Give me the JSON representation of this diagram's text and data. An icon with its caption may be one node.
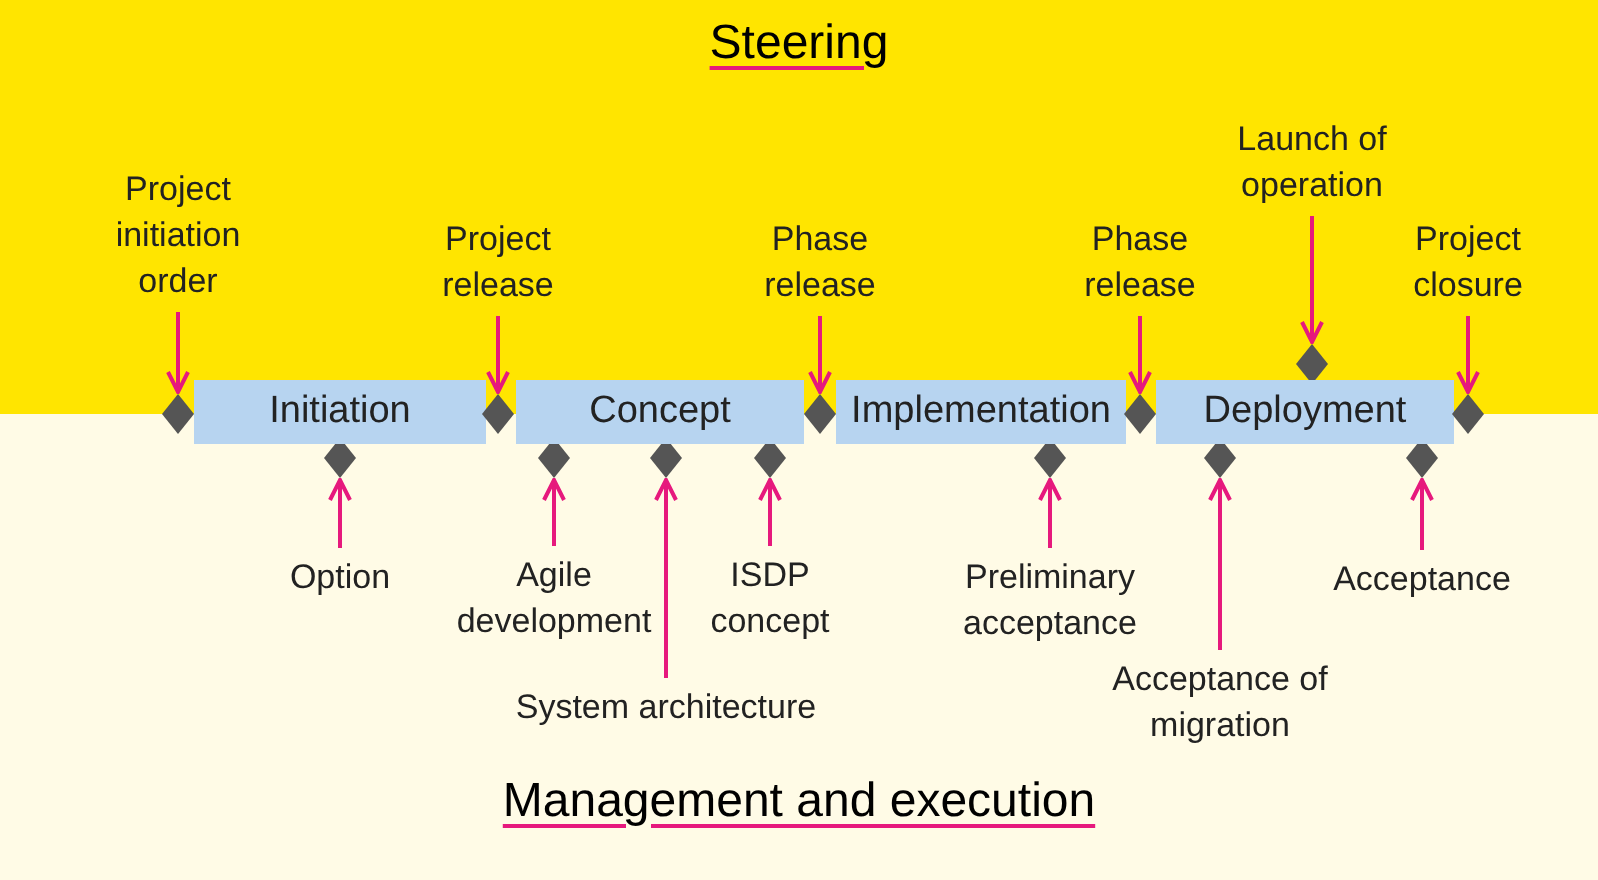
{
  "diagram": {
    "nodes": [
      {
        "text": [
          "Steering"
        ]
      },
      {
        "text": [
          "Management and execution"
        ]
      },
      {
        "text": [
          "Initiation"
        ]
      },
      {
        "text": [
          "Concept"
        ]
      },
      {
        "text": [
          "Implementation"
        ]
      },
      {
        "text": [
          "Deployment"
        ]
      },
      {
        "text": [
          "Project initiation order"
        ],
        "in": 0
      },
      {
        "text": [
          "Project release"
        ],
        "in": 0
      },
      {
        "text": [
          "Phase release"
        ],
        "in": 0
      },
      {
        "text": [
          "Phase release"
        ],
        "in": 0
      },
      {
        "text": [
          "Launch of operation"
        ],
        "in": 0
      },
      {
        "text": [
          "Project closure"
        ],
        "in": 0
      },
      {
        "text": [],
        "shape": "diamond"
      },
      {
        "text": [],
        "shape": "diamond"
      },
      {
        "text": [],
        "shape": "diamond"
      },
      {
        "text": [],
        "shape": "diamond"
      },
      {
        "text": [],
        "shape": "diamond",
        "in": 0
      },
      {
        "text": [],
        "shape": "diamond"
      },
      {
        "text": [],
        "shape": "diamond",
        "in": 1
      },
      {
        "text": [],
        "shape": "diamond",
        "in": 1
      },
      {
        "text": [],
        "shape": "diamond",
        "in": 1
      },
      {
        "text": [],
        "shape": "diamond",
        "in": 1
      },
      {
        "text": [],
        "shape": "diamond",
        "in": 1
      },
      {
        "text": [],
        "shape": "diamond",
        "in": 1
      },
      {
        "text": [],
        "shape": "diamond",
        "in": 1
      },
      {
        "text": [
          "Option"
        ],
        "in": 1
      },
      {
        "text": [
          "Agile development"
        ],
        "in": 1
      },
      {
        "text": [
          "ISDP concept"
        ],
        "in": 1
      },
      {
        "text": [
          "System architecture"
        ],
        "in": 1
      },
      {
        "text": [
          "Preliminary acceptance"
        ],
        "in": 1
      },
      {
        "text": [
          "Acceptance"
        ],
        "in": 1
      },
      {
        "text": [
          "Acceptance of migration"
        ],
        "in": 1
      }
    ],
    "edges": [
      {
        "from": 6,
        "to": 12,
        "arrow": "to"
      },
      {
        "from": 7,
        "to": 13,
        "arrow": "to"
      },
      {
        "from": 8,
        "to": 14,
        "arrow": "to"
      },
      {
        "from": 9,
        "to": 15,
        "arrow": "to"
      },
      {
        "from": 10,
        "to": 16,
        "arrow": "to"
      },
      {
        "from": 11,
        "to": 17,
        "arrow": "to"
      },
      {
        "from": 25,
        "to": 18,
        "arrow": "to"
      },
      {
        "from": 26,
        "to": 19,
        "arrow": "to"
      },
      {
        "from": 28,
        "to": 20,
        "arrow": "to"
      },
      {
        "from": 27,
        "to": 21,
        "arrow": "to"
      },
      {
        "from": 29,
        "to": 22,
        "arrow": "to"
      },
      {
        "from": 31,
        "to": 23,
        "arrow": "to"
      },
      {
        "from": 30,
        "to": 24,
        "arrow": "to"
      }
    ]
  }
}
